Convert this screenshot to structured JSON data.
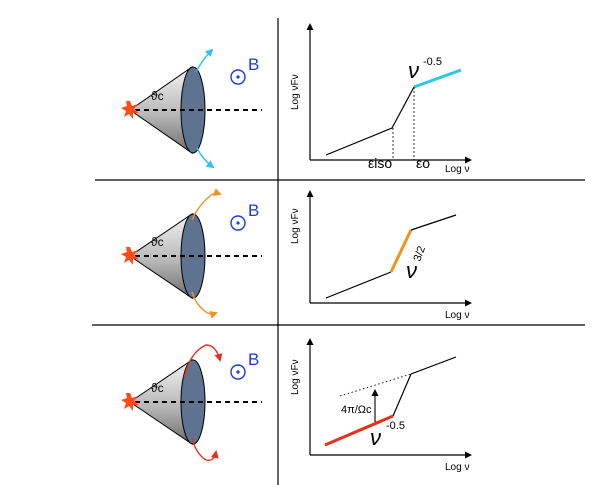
{
  "colors": {
    "cyan": "#29c7e6",
    "orange": "#f2921f",
    "red": "#e4321c",
    "blue_label": "#1a3bd6",
    "cone_face": "#5e7390",
    "star": "#ff4d1a"
  },
  "field_label": "B",
  "angle_label": "ϑc",
  "panels": [
    {
      "y_axis": "Log νFν",
      "x_axis": "Log ν",
      "slope_base": "ν",
      "slope_exp": "-0.5",
      "tick_left": "εiso",
      "tick_right": "εo"
    },
    {
      "y_axis": "Log νFν",
      "x_axis": "Log ν",
      "slope_base": "ν",
      "slope_exp": "3/2"
    },
    {
      "y_axis": "Log νFν",
      "x_axis": "Log ν",
      "slope_base": "ν",
      "slope_exp": "-0.5",
      "offset_label": "4π/Ωc"
    }
  ]
}
